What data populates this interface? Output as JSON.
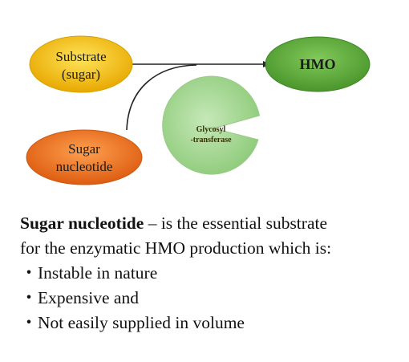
{
  "diagram": {
    "substrate": {
      "line1": "Substrate",
      "line2": "(sugar)",
      "color": "#f0be00"
    },
    "sugar_nucleotide": {
      "line1": "Sugar",
      "line2": "nucleotide",
      "color": "#ee7a22"
    },
    "product": {
      "label": "HMO",
      "color": "#5faa3c"
    },
    "enzyme": {
      "line1": "Glycosyl",
      "line2": "-transferase",
      "color": "#a9d89a"
    }
  },
  "description": {
    "term": "Sugar nucleotide",
    "line1_rest": " – is the essential substrate",
    "line2": "for the enzymatic HMO production which is:",
    "bullet_symbol": "・",
    "bullets": [
      "Instable in nature",
      "Expensive and",
      "Not easily supplied in volume"
    ]
  }
}
